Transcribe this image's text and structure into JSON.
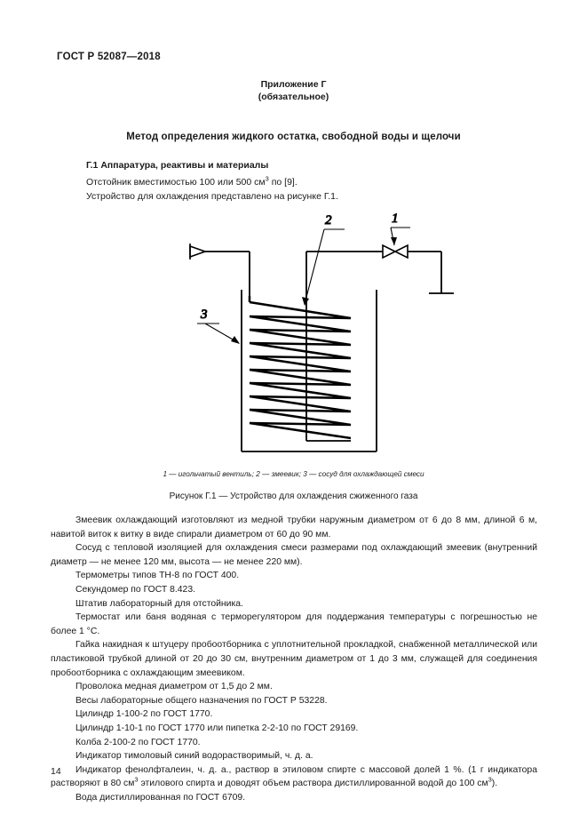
{
  "document": {
    "standard_header": "ГОСТ Р 52087—2018",
    "page_number": "14"
  },
  "annex": {
    "title": "Приложение Г",
    "status": "(обязательное)",
    "method_title": "Метод определения жидкого остатка, свободной воды и щелочи"
  },
  "section": {
    "heading": "Г.1 Аппаратура, реактивы и материалы",
    "line1_a": "Отстойник вместимостью 100 или 500 см",
    "line1_sup": "3",
    "line1_b": " по [9].",
    "line2": "Устройство для охлаждения представлено на рисунке Г.1."
  },
  "figure": {
    "legend_1": "1 — игольчатый вентиль; ",
    "legend_2": "2 — змеевик; ",
    "legend_3": "3 — сосуд для охлаждающей смеси",
    "caption": "Рисунок Г.1 — Устройство для охлаждения сжиженного газа",
    "labels": {
      "valve": "1",
      "coil": "2",
      "vessel": "3"
    }
  },
  "body": {
    "p1": "Змеевик охлаждающий  изготовляют из медной трубки наружным диаметром от 6 до 8 мм, длиной 6 м, навитой виток к витку в виде спирали диаметром от 60 до 90 мм.",
    "p2": "Сосуд с тепловой изоляцией для охлаждения смеси размерами под охлаждающий змеевик (внутренний диаметр — не менее 120 мм, высота — не менее 220 мм).",
    "p3": "Термометры типов ТН-8 по ГОСТ 400.",
    "p4": "Секундомер по ГОСТ 8.423.",
    "p5": "Штатив лабораторный для отстойника.",
    "p6": "Термостат или баня водяная с терморегулятором для поддержания температуры с погрешностью не более 1 °С.",
    "p7": "Гайка накидная к штуцеру пробоотборника с уплотнительной прокладкой, снабженной металлической или пластиковой трубкой длиной от 20 до 30 см, внутренним диаметром от 1 до 3 мм, служащей для соединения пробоотборника с охлаждающим змеевиком.",
    "p8": "Проволока медная диаметром от 1,5 до 2 мм.",
    "p9": "Весы лабораторные общего назначения по ГОСТ Р 53228.",
    "p10": "Цилиндр 1-100-2 по ГОСТ 1770.",
    "p11": "Цилиндр 1-10-1 по ГОСТ 1770 или пипетка 2-2-10 по ГОСТ 29169.",
    "p12": "Колба 2-100-2 по ГОСТ 1770.",
    "p13": "Индикатор тимоловый синий водорастворимый, ч. д. а.",
    "p14_a": "Индикатор фенолфталеин, ч. д. а., раствор в этиловом спирте с массовой долей 1 %. (1 г индикатора растворяют в 80 см",
    "p14_sup1": "3",
    "p14_b": " этилового спирта и доводят объем раствора дистиллированной водой до 100 см",
    "p14_sup2": "3",
    "p14_c": ").",
    "p15": "Вода дистиллированная по ГОСТ 6709."
  },
  "colors": {
    "ink": "#1a1a1a",
    "line": "#000000",
    "paper": "#ffffff"
  }
}
